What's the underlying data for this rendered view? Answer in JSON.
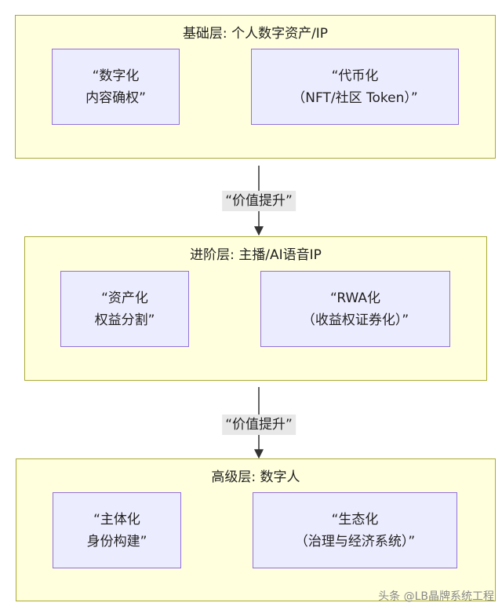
{
  "layers": [
    {
      "title": "基础层: 个人数字资产/IP",
      "nodes": [
        {
          "line1": "“数字化",
          "line2": "内容确权”"
        },
        {
          "line1": "“代币化",
          "line2": "（NFT/社区 Token）”"
        }
      ]
    },
    {
      "title": "进阶层: 主播/AI语音IP",
      "nodes": [
        {
          "line1": "“资产化",
          "line2": "权益分割”"
        },
        {
          "line1": "“RWA化",
          "line2": "（收益权证券化）”"
        }
      ]
    },
    {
      "title": "高级层: 数字人",
      "nodes": [
        {
          "line1": "“主体化",
          "line2": "身份构建”"
        },
        {
          "line1": "“生态化",
          "line2": "（治理与经济系统）”"
        }
      ]
    }
  ],
  "edges": [
    {
      "label": "“价值提升”"
    },
    {
      "label": "“价值提升”"
    }
  ],
  "watermark": "头条 @LB晶牌系统工程"
}
